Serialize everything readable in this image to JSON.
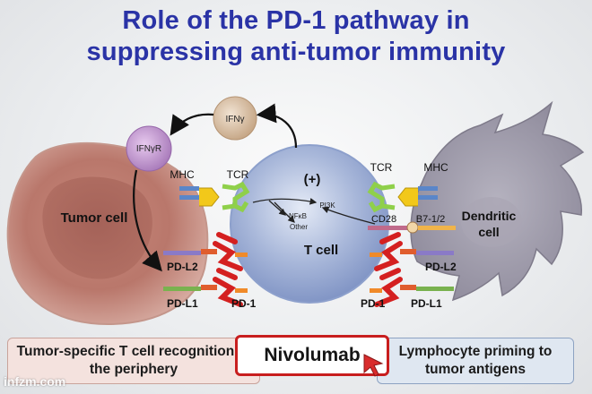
{
  "title": {
    "line1": "Role of the PD-1 pathway in",
    "line2": "suppressing anti-tumor immunity"
  },
  "diagram": {
    "ifn_gamma": "IFNγ",
    "ifn_gamma_r": "IFNγR",
    "tumor_cell": "Tumor cell",
    "t_cell": "T cell",
    "plus": "(+)",
    "dendritic_cell_line1": "Dendritic",
    "dendritic_cell_line2": "cell",
    "mhc_left": "MHC",
    "tcr_left": "TCR",
    "tcr_right": "TCR",
    "mhc_right": "MHC",
    "pi3k": "PI3K",
    "nfkb": "NFκB",
    "other": "Other",
    "cd28": "CD28",
    "b7": "B7-1/2",
    "pd_l2_left": "PD-L2",
    "pd_l1_left": "PD-L1",
    "pd_1_left": "PD-1",
    "pd_l2_right": "PD-L2",
    "pd_1_right": "PD-1",
    "pd_l1_right": "PD-L1"
  },
  "boxes": {
    "left": "Tumor-specific T cell recognition in the periphery",
    "center": "Nivolumab",
    "right": "Lymphocyte priming to tumor antigens"
  },
  "watermark": "infzm.com",
  "colors": {
    "title": "#2a33a6",
    "nivolumab_border": "#c81e1e",
    "pd1_receptor": "#d42020",
    "tcr": "#8fd04a",
    "mhc_ligand": "#f2c81a"
  }
}
